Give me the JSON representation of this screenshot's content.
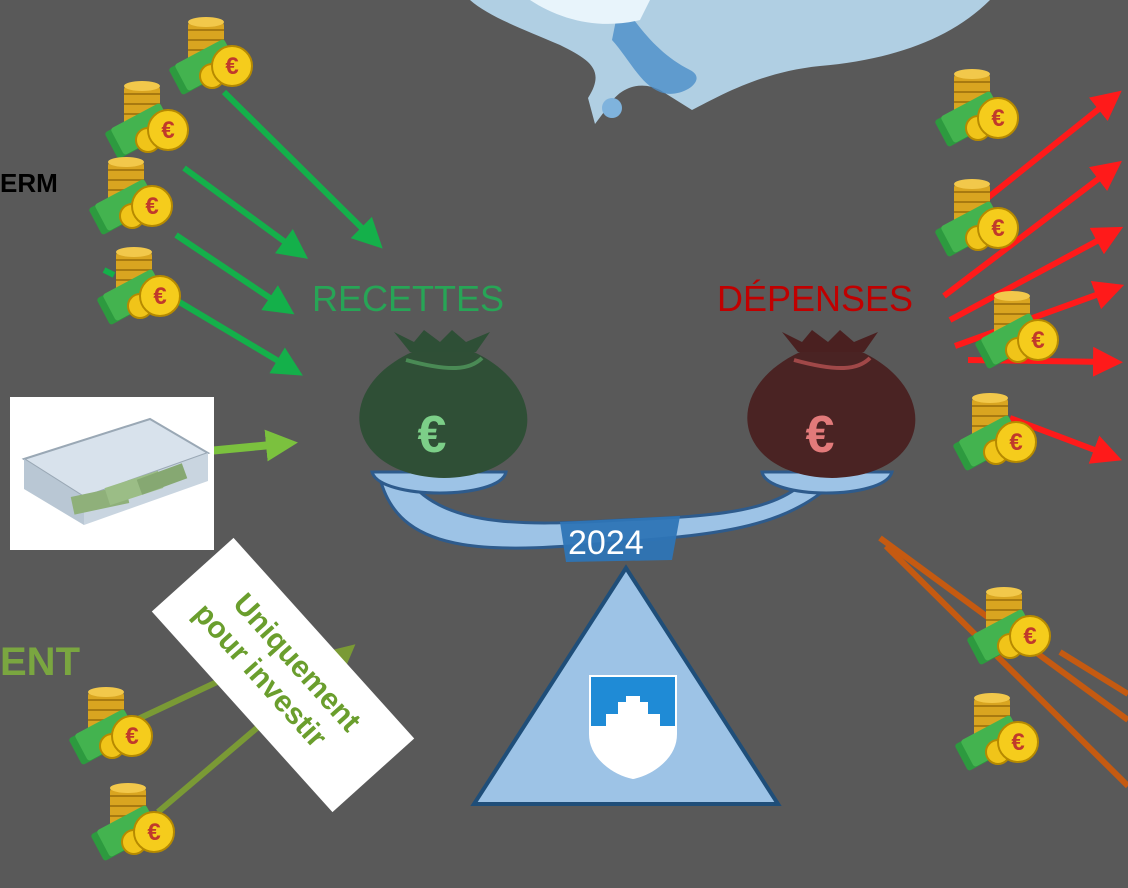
{
  "labels": {
    "recettes": "RECETTES",
    "depenses": "DÉPENSES",
    "year": "2024",
    "left_top_fragment": "ERM",
    "left_bottom_fragment": "ENT",
    "invest_line1": "Uniquement",
    "invest_line2": "pour investir",
    "coin_symbol": "€"
  },
  "colors": {
    "background": "#595959",
    "income_green": "#27a556",
    "expense_red": "#c00000",
    "arrow_green": "#14b04a",
    "arrow_lightgreen": "#7bc13e",
    "arrow_olive": "#7a9a35",
    "arrow_red": "#ff1a1a",
    "arrow_orange": "#c55a11",
    "scale_blue": "#9dc3e6",
    "scale_outline": "#2e5b8c"
  },
  "icons": [
    "coin-stack-icon",
    "money-bag-income-icon",
    "money-bag-expense-icon",
    "mattress-money-icon",
    "water-splash-image",
    "coat-of-arms-icon"
  ]
}
